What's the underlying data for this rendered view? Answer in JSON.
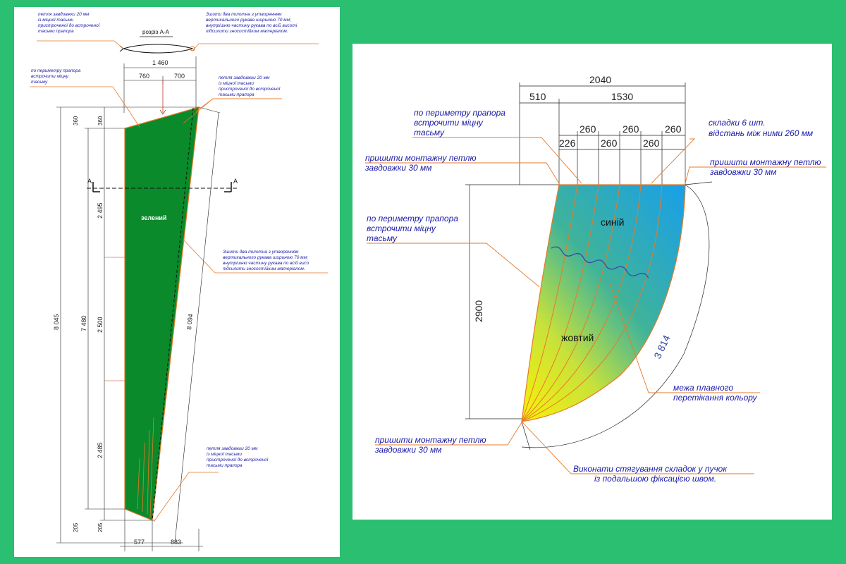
{
  "left_drawing": {
    "section_label": "розріз А-А",
    "section_marker": "А",
    "color_label": "зелений",
    "notes": {
      "top_left_loop": [
        "петля завдовжки 20 мм",
        "із міцної тасьми",
        "пристроченої до встроченої",
        "тасьми прапора"
      ],
      "top_right_sew": [
        "Зшити два полотна з утворенням",
        "вертикального рукава шириною 70 мм;",
        "внутрішню частину рукава по всій висоті",
        "підсилити зносостійким матеріалом."
      ],
      "perimeter": [
        "по периметру прапора",
        "встрочити міцну",
        "тасьму"
      ],
      "right_loop": [
        "петля завдовжки 20 мм",
        "із міцної тасьми",
        "пристроченої до встроченої",
        "тасьми прапора"
      ],
      "mid_sew": [
        "Зшити два полотна з утворенням",
        "вертикального рукава шириною 70 мм;",
        "внутрішню частину рукава по всій висо",
        "підсилити зносостійким матеріалом."
      ],
      "bottom_loop": [
        "петля завдовжки 20 мм",
        "із міцної тасьми",
        "пристроченої до встроченої",
        "тасьми прапора"
      ]
    },
    "dims": {
      "total_width": "1 460",
      "width_left": "760",
      "width_right": "700",
      "top_offset_outer": "360",
      "top_offset_inner": "360",
      "seg_top": "2 495",
      "seg_mid": "2 500",
      "seg_bottom": "2 485",
      "height_total": "8 045",
      "height_inner": "7 480",
      "diagonal": "8 094",
      "bottom_offset_outer": "205",
      "bottom_offset_inner": "205",
      "bottom_left": "577",
      "bottom_right": "883"
    }
  },
  "right_drawing": {
    "dims": {
      "total_width": "2040",
      "left_part": "510",
      "right_part": "1530",
      "pleat_260_a": "260",
      "pleat_260_b": "260",
      "pleat_260_c": "260",
      "pleat_226": "226",
      "pleat_260_d": "260",
      "pleat_260_e": "260",
      "height": "2900",
      "arc": "3 814"
    },
    "notes": {
      "perimeter_top": [
        "по периметру прапора",
        "встрочити міцну",
        "тасьму"
      ],
      "loop_top_left": [
        "пришити монтажну петлю",
        "завдовжки 30 мм"
      ],
      "pleats": [
        "складки 6 шт.",
        "відстань між ними 260 мм"
      ],
      "loop_top_right": [
        "пришити монтажну петлю",
        "завдовжки 30 мм"
      ],
      "perimeter_mid": [
        "по периметру прапора",
        "встрочити міцну",
        "тасьму"
      ],
      "color_border": [
        "межа плавного",
        "перетікання кольору"
      ],
      "loop_bottom": [
        "пришити монтажну петлю",
        "завдовжки 30 мм"
      ],
      "gather": [
        "Виконати стягування складок у пучок",
        "із подальшою фіксацією швом."
      ]
    },
    "color_labels": {
      "top": "синій",
      "bottom": "жовтий"
    }
  },
  "colors": {
    "background": "#2bbf72",
    "flag_green": "#0a8a2a",
    "leader_orange": "#e67a2a",
    "dim_red": "#c0392b",
    "blue": "#1aa0e6",
    "yellow": "#f2ee10",
    "note_blue": "#1a1aa8"
  }
}
